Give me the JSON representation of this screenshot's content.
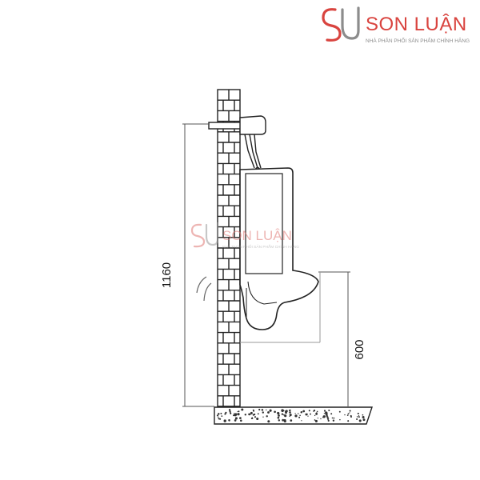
{
  "brand": {
    "name": "SON LUẬN",
    "tagline": "NHÀ PHÂN PHỐI SẢN PHẨM CHÍNH HÃNG",
    "accent_color": "#d9443f"
  },
  "watermark": {
    "name": "SON LUẬN",
    "tagline": "NHÀ PHÂN PHỐI SẢN PHẨM CHÍNH HÃNG",
    "color": "#e07a76"
  },
  "dimensions": {
    "total_height": "1160",
    "rim_height": "600"
  }
}
